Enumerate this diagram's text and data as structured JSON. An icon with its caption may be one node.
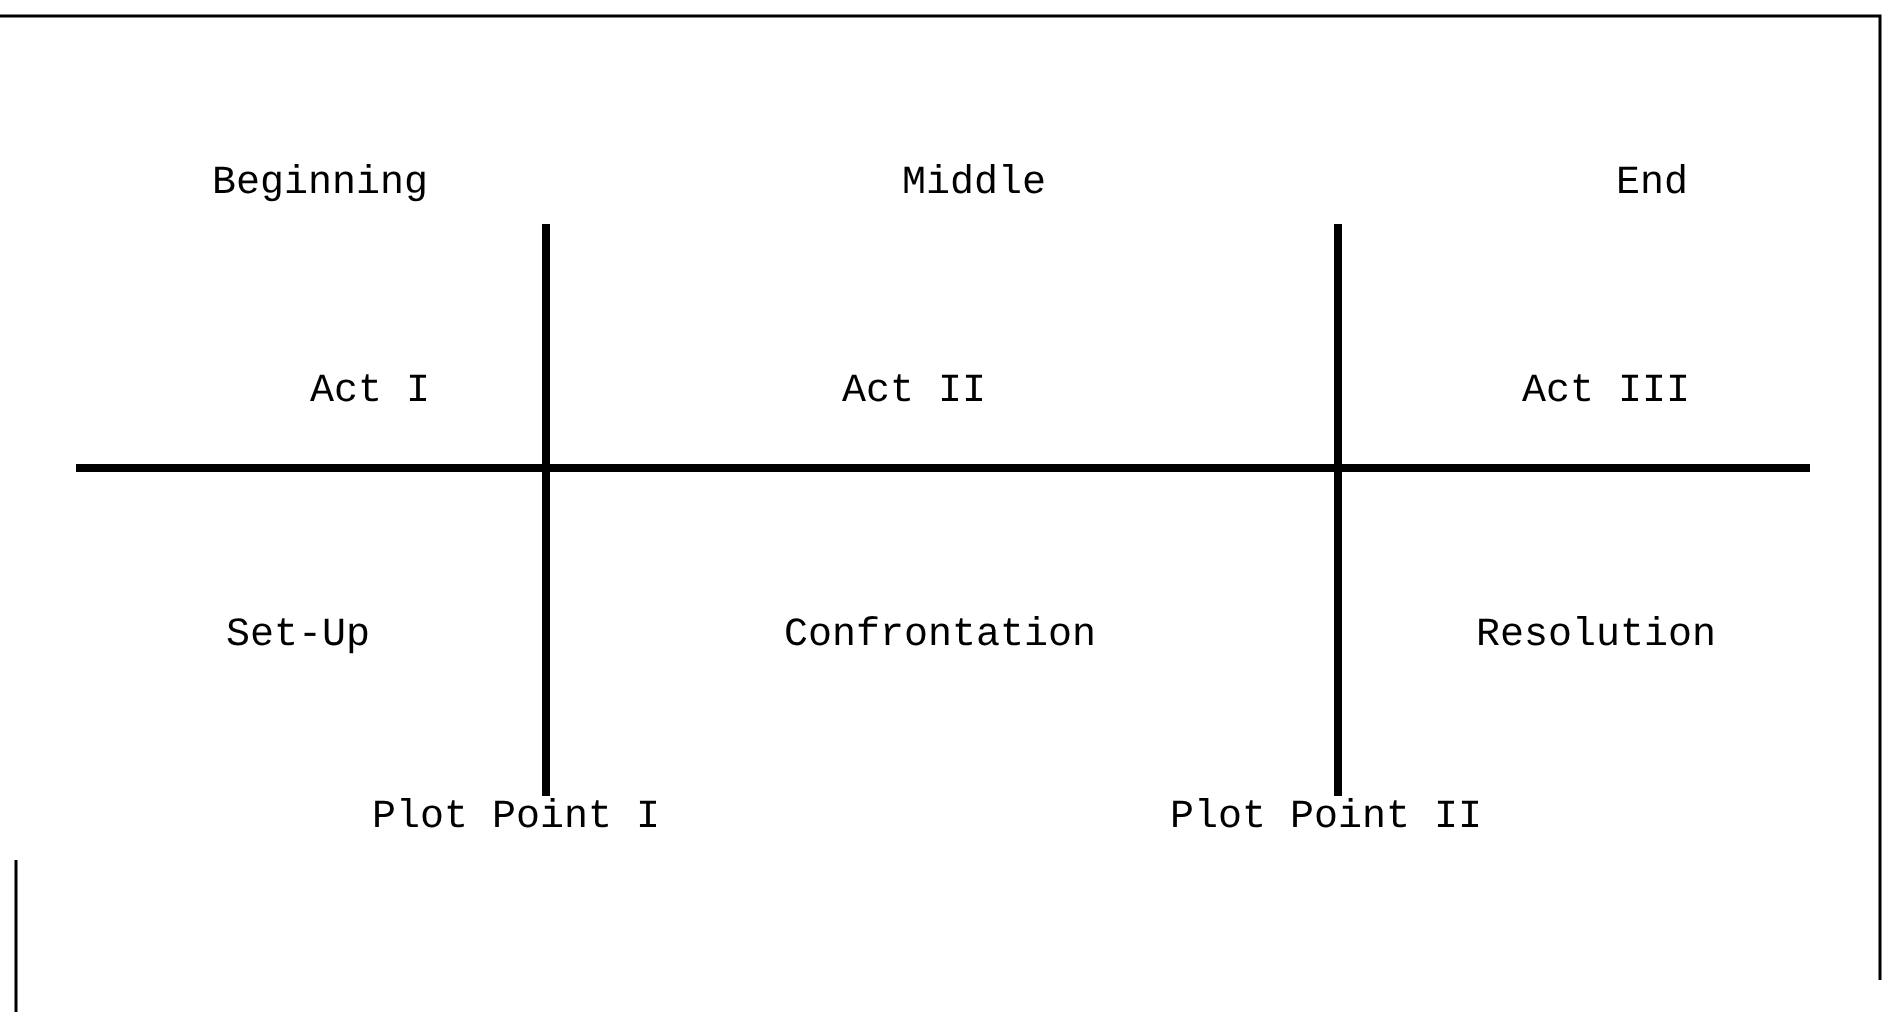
{
  "diagram": {
    "labels": [
      "Beginning",
      "Middle",
      "End",
      "Act I",
      "Act II",
      "Act III",
      "Set-Up",
      "Confrontation",
      "Resolution",
      "Plot Point I",
      "Plot Point II"
    ]
  }
}
